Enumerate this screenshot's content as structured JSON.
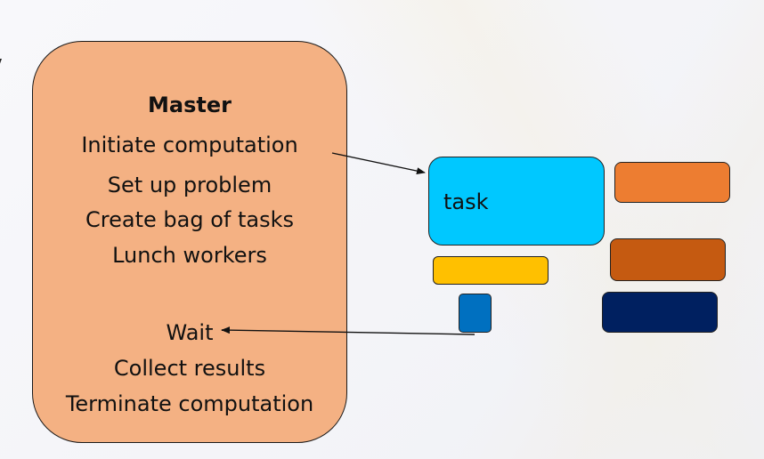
{
  "master": {
    "title": "Master",
    "lines": [
      "Initiate computation",
      "Set up problem",
      "Create bag of tasks",
      "Lunch workers",
      "",
      "Wait",
      "Collect results",
      "Terminate computation"
    ]
  },
  "task_label": "task",
  "colors": {
    "master_fill": "#f4b183",
    "task_cyan": "#00c8ff",
    "task_orange": "#ed7d31",
    "task_rust": "#c55a11",
    "task_yellow": "#ffc000",
    "task_blue": "#0070c0",
    "task_navy": "#002060"
  }
}
